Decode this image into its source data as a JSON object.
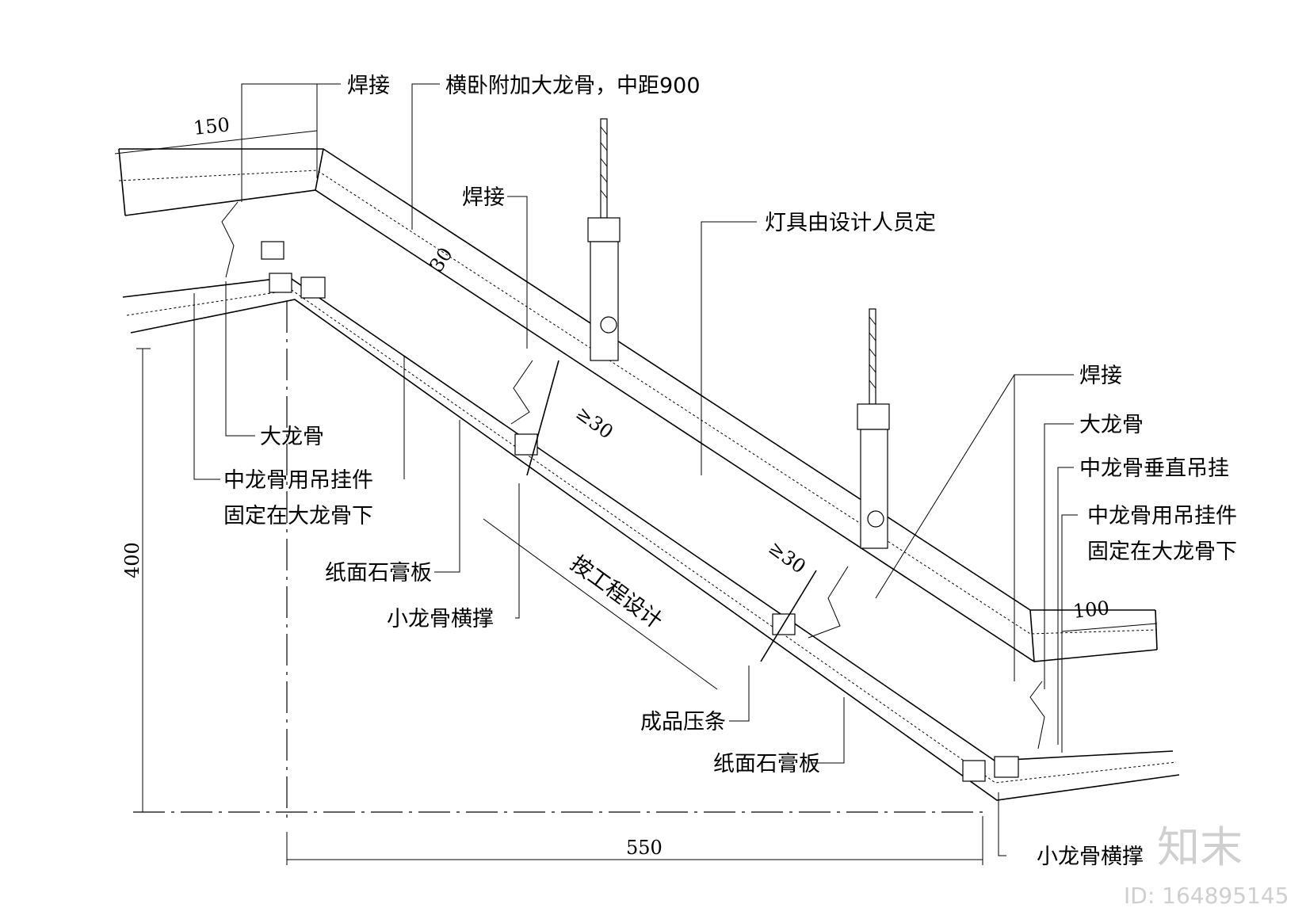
{
  "labels": {
    "weld_top_left": "焊接",
    "horizontal_main_keel": "横卧附加大龙骨，中距900",
    "weld_mid": "焊接",
    "light_fixture": "灯具由设计人员定",
    "weld_right": "焊接",
    "main_keel_right": "大龙骨",
    "mid_keel_vertical_hang": "中龙骨垂直吊挂",
    "mid_keel_hanger_right_line1": "中龙骨用吊挂件",
    "mid_keel_hanger_right_line2": "固定在大龙骨下",
    "main_keel_left": "大龙骨",
    "mid_keel_hanger_left_line1": "中龙骨用吊挂件",
    "mid_keel_hanger_left_line2": "固定在大龙骨下",
    "gypsum_board_left": "纸面石膏板",
    "small_keel_brace_left": "小龙骨横撑",
    "per_engineering_design": "按工程设计",
    "finished_trim": "成品压条",
    "gypsum_board_right": "纸面石膏板",
    "small_keel_brace_right": "小龙骨横撑"
  },
  "dimensions": {
    "dim_150": "150",
    "dim_30_top": "30",
    "dim_ge30_left": "≥30",
    "dim_ge30_right": "≥30",
    "dim_100": "100",
    "dim_400": "400",
    "dim_550": "550"
  },
  "watermark": {
    "brand": "知末",
    "id": "ID: 164895145"
  }
}
